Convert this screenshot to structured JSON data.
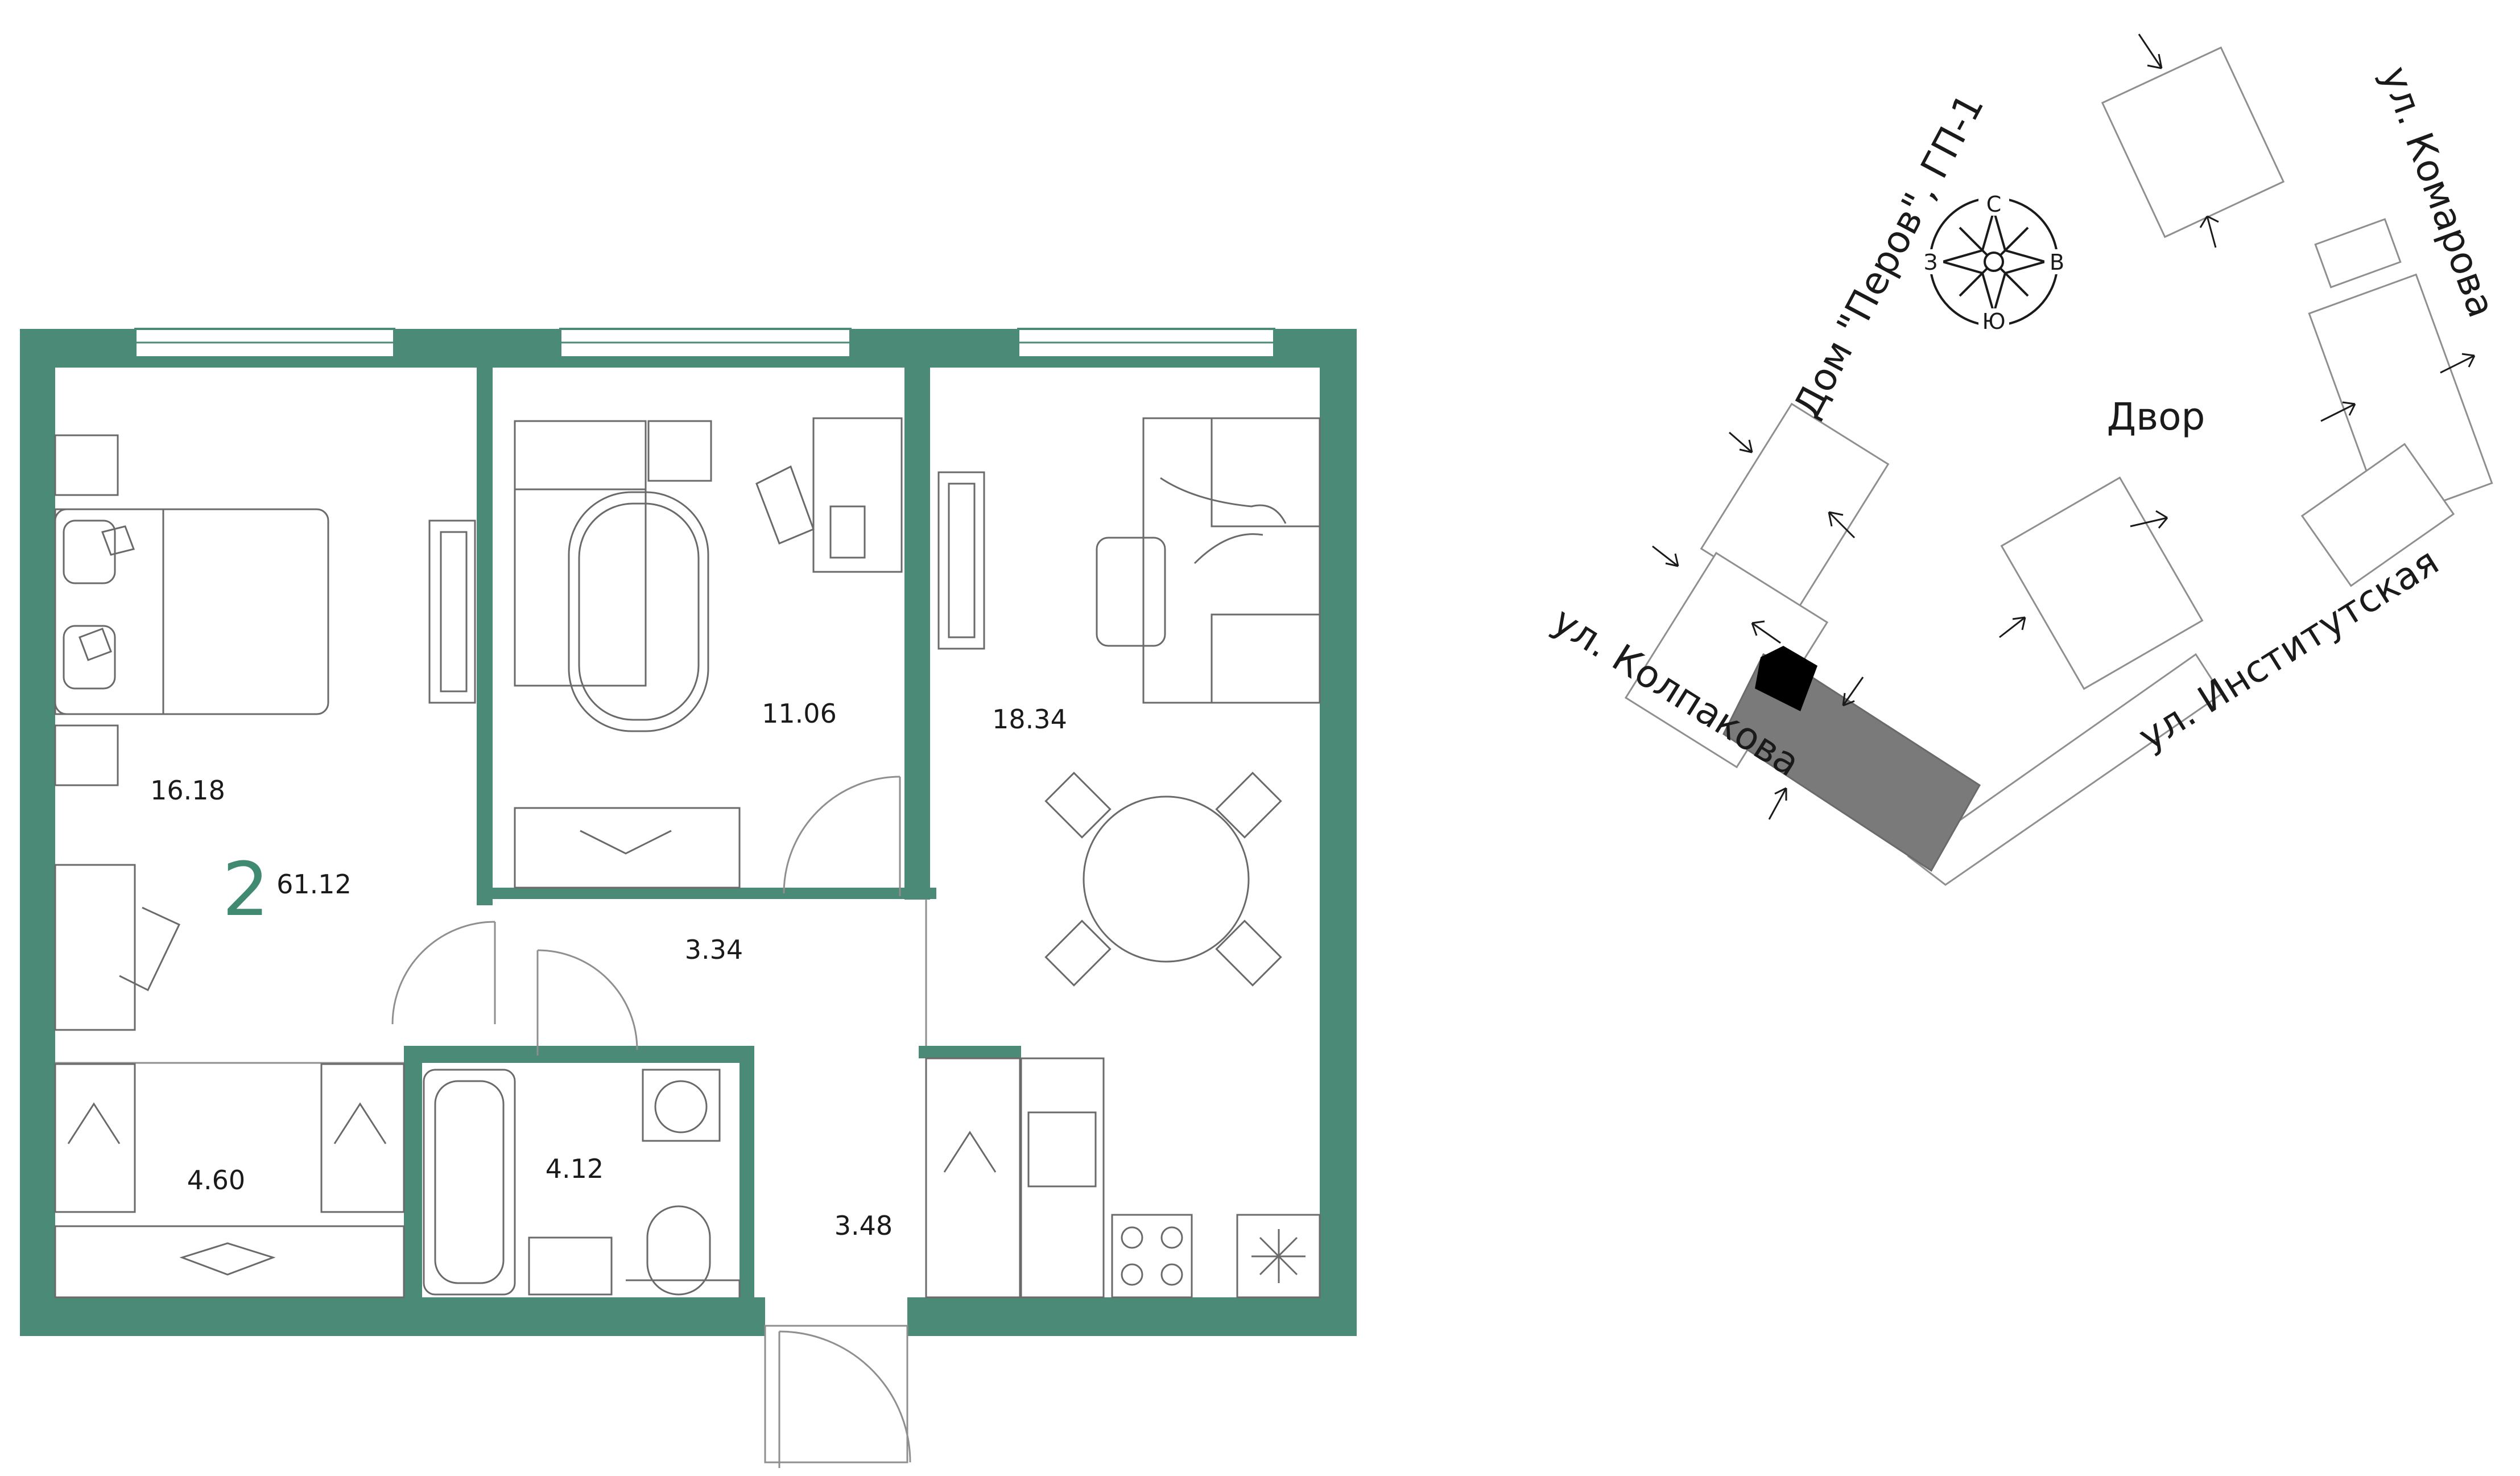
{
  "colors": {
    "wall": "#4a8a76",
    "room_count": "#3f8a70",
    "furniture": "#6a6a6a",
    "highlight_building": "#7a7a7a",
    "entrance_block": "#000000"
  },
  "plan": {
    "rooms_count": "2",
    "total_area": "61.12",
    "rooms": [
      {
        "id": "bedroom",
        "area": "16.18"
      },
      {
        "id": "children-room",
        "area": "11.06"
      },
      {
        "id": "kitchen-living",
        "area": "18.34"
      },
      {
        "id": "corridor",
        "area": "3.34"
      },
      {
        "id": "wardrobe",
        "area": "4.60"
      },
      {
        "id": "bathroom",
        "area": "4.12"
      },
      {
        "id": "hall",
        "area": "3.48"
      }
    ]
  },
  "site": {
    "courtyard": "Двор",
    "house_name": "Дом \"Перов\", ГП-1",
    "streets": {
      "komarova": "ул. Комарова",
      "kolpakova": "ул. Колпакова",
      "institutskaya": "ул. Институтская"
    },
    "compass": {
      "north": "С",
      "south": "Ю",
      "west": "З",
      "east": "В"
    }
  }
}
